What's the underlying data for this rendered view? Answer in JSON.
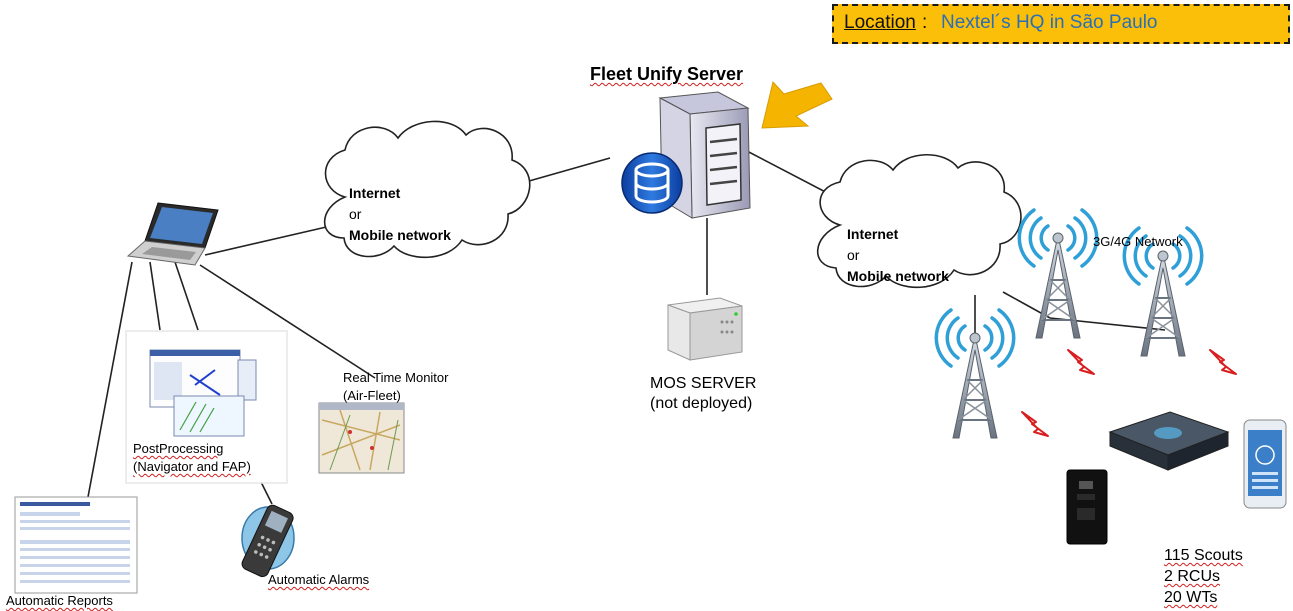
{
  "location": {
    "label": "Location",
    "separator": ":",
    "value": "Nextel´s HQ in São Paulo"
  },
  "server": {
    "title": "Fleet Unify Server"
  },
  "cloud_left": {
    "line1": "Internet",
    "line2": "or",
    "line3": "Mobile network"
  },
  "cloud_right": {
    "line1": "Internet",
    "line2": "or",
    "line3": "Mobile network"
  },
  "network_label": "3G/4G Network",
  "mos": {
    "line1": "MOS SERVER",
    "line2": "(not deployed)"
  },
  "realtime": {
    "line1": "Real Time Monitor",
    "line2": "(Air-Fleet)"
  },
  "postprocessing": {
    "line1": "PostProcessing",
    "line2": "(Navigator and FAP)"
  },
  "reports_label": "Automatic Reports",
  "alarms_label": "Automatic Alarms",
  "devices": {
    "line1": "115 Scouts",
    "line2": "2 RCUs",
    "line3": "20 WTs"
  },
  "colors": {
    "location_bg": "#fbbf0a",
    "location_value": "#2a6fb6",
    "arrow": "#f5b400",
    "signal": "#d81e1e",
    "waves": "#2f9fd8"
  },
  "icons": [
    "laptop-icon",
    "server-tower-icon",
    "database-icon",
    "mos-server-icon",
    "cell-tower-icon",
    "lightning-signal-icon",
    "mobile-phone-icon",
    "scout-device-icon",
    "rcu-device-icon",
    "smartphone-icon",
    "report-document-icon",
    "screenshot-thumbnail"
  ]
}
